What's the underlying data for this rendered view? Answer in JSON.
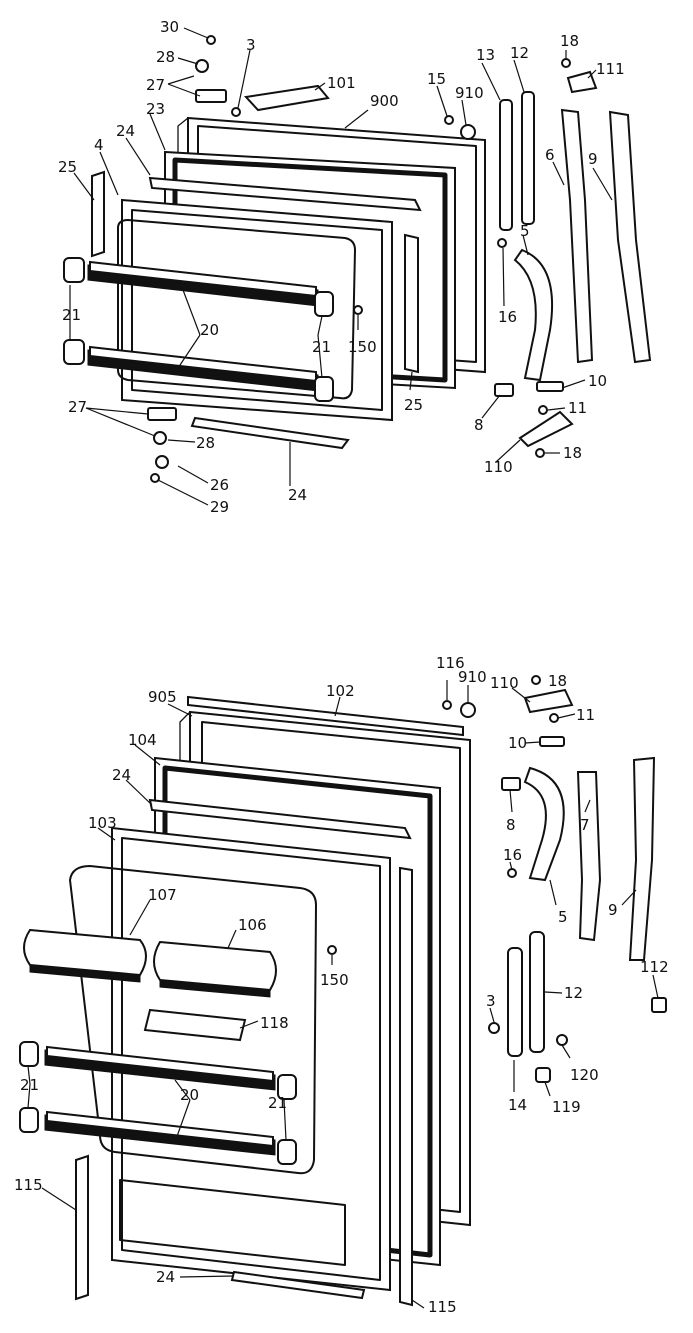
{
  "upper_callouts": [
    "30",
    "28",
    "27",
    "3",
    "101",
    "900",
    "15",
    "910",
    "13",
    "12",
    "18",
    "111",
    "25",
    "4",
    "24",
    "23",
    "6",
    "9",
    "5",
    "16",
    "21",
    "20",
    "21",
    "150",
    "25",
    "10",
    "11",
    "8",
    "110",
    "18",
    "27",
    "28",
    "26",
    "29",
    "24"
  ],
  "lower_callouts": [
    "116",
    "910",
    "110",
    "18",
    "11",
    "102",
    "905",
    "10",
    "104",
    "8",
    "7",
    "24",
    "103",
    "16",
    "107",
    "106",
    "5",
    "9",
    "150",
    "112",
    "12",
    "118",
    "3",
    "21",
    "120",
    "20",
    "21",
    "14",
    "119",
    "115",
    "24",
    "115"
  ]
}
